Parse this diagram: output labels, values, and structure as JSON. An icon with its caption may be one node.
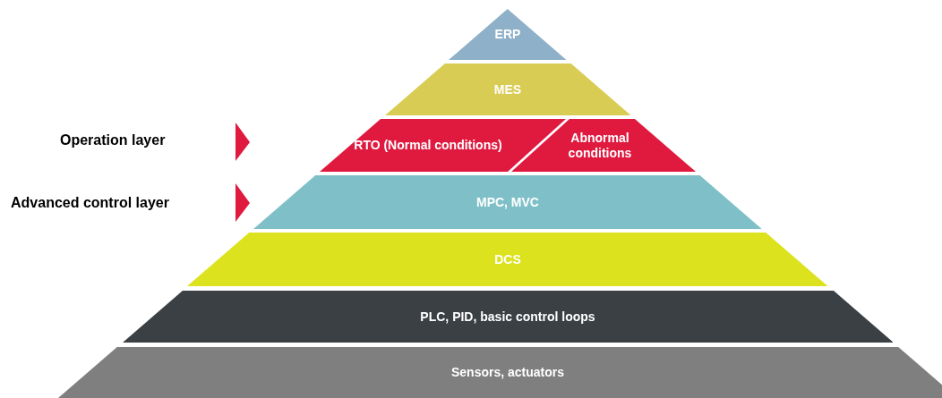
{
  "diagram": {
    "nodes": [
      {
        "text": [
          "ERP"
        ]
      },
      {
        "text": [
          "MES"
        ]
      },
      {
        "text": [
          "RTO (Normal conditions)"
        ]
      },
      {
        "text": [
          "Abnormal conditions"
        ]
      },
      {
        "text": [
          "MPC, MVC"
        ]
      },
      {
        "text": [
          "DCS"
        ]
      },
      {
        "text": [
          "PLC, PID, basic control loops"
        ]
      },
      {
        "text": [
          "Sensors, actuators"
        ]
      }
    ],
    "labels": [
      "Operation layer",
      "Advanced control layer"
    ]
  }
}
